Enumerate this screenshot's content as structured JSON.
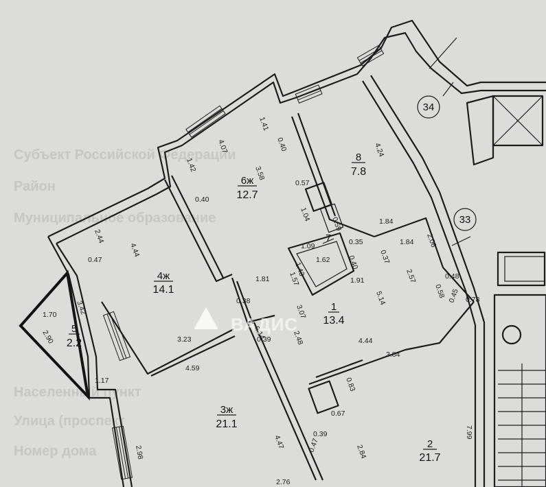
{
  "watermark": {
    "text": "ВАДИС"
  },
  "background_text": [
    "Субъект Российской Федерации",
    "Район",
    "Муниципальное образование",
    "Населенный пункт",
    "Улица (проспект",
    "Номер дома"
  ],
  "axis_markers": [
    {
      "id": "34",
      "label": "34"
    },
    {
      "id": "33",
      "label": "33"
    }
  ],
  "rooms": [
    {
      "id": "r1",
      "number": "1",
      "area": "13.4"
    },
    {
      "id": "r2",
      "number": "2",
      "area": "21.7"
    },
    {
      "id": "r3",
      "number": "3ж",
      "area": "21.1"
    },
    {
      "id": "r4",
      "number": "4ж",
      "area": "14.1"
    },
    {
      "id": "r5",
      "number": "5",
      "area": "2.2"
    },
    {
      "id": "r6",
      "number": "6ж",
      "area": "12.7"
    },
    {
      "id": "r7",
      "number": "7",
      "area": ""
    },
    {
      "id": "r8",
      "number": "8",
      "area": "7.8"
    }
  ],
  "dimensions": [
    "1.41",
    "4.07",
    "0.40",
    "1.42",
    "3.58",
    "0.57",
    "0.40",
    "1.04",
    "4.24",
    "0.59",
    "1.84",
    "1.84",
    "2.06",
    "2.44",
    "0.47",
    "4.44",
    "1.70",
    "3.42",
    "2.90",
    "1.17",
    "1.09",
    "1.62",
    "0.35",
    "1.43",
    "0.40",
    "0.37",
    "1.57",
    "1.81",
    "1.91",
    "2.57",
    "0.48",
    "0.58",
    "0.45",
    "0.78",
    "5.14",
    "0.38",
    "3.07",
    "2.48",
    "4.44",
    "3.84",
    "0.39",
    "0.14",
    "3.23",
    "4.59",
    "0.83",
    "0.67",
    "7.99",
    "0.39",
    "4.47",
    "0.47",
    "2.84",
    "2.98",
    "2.76"
  ]
}
